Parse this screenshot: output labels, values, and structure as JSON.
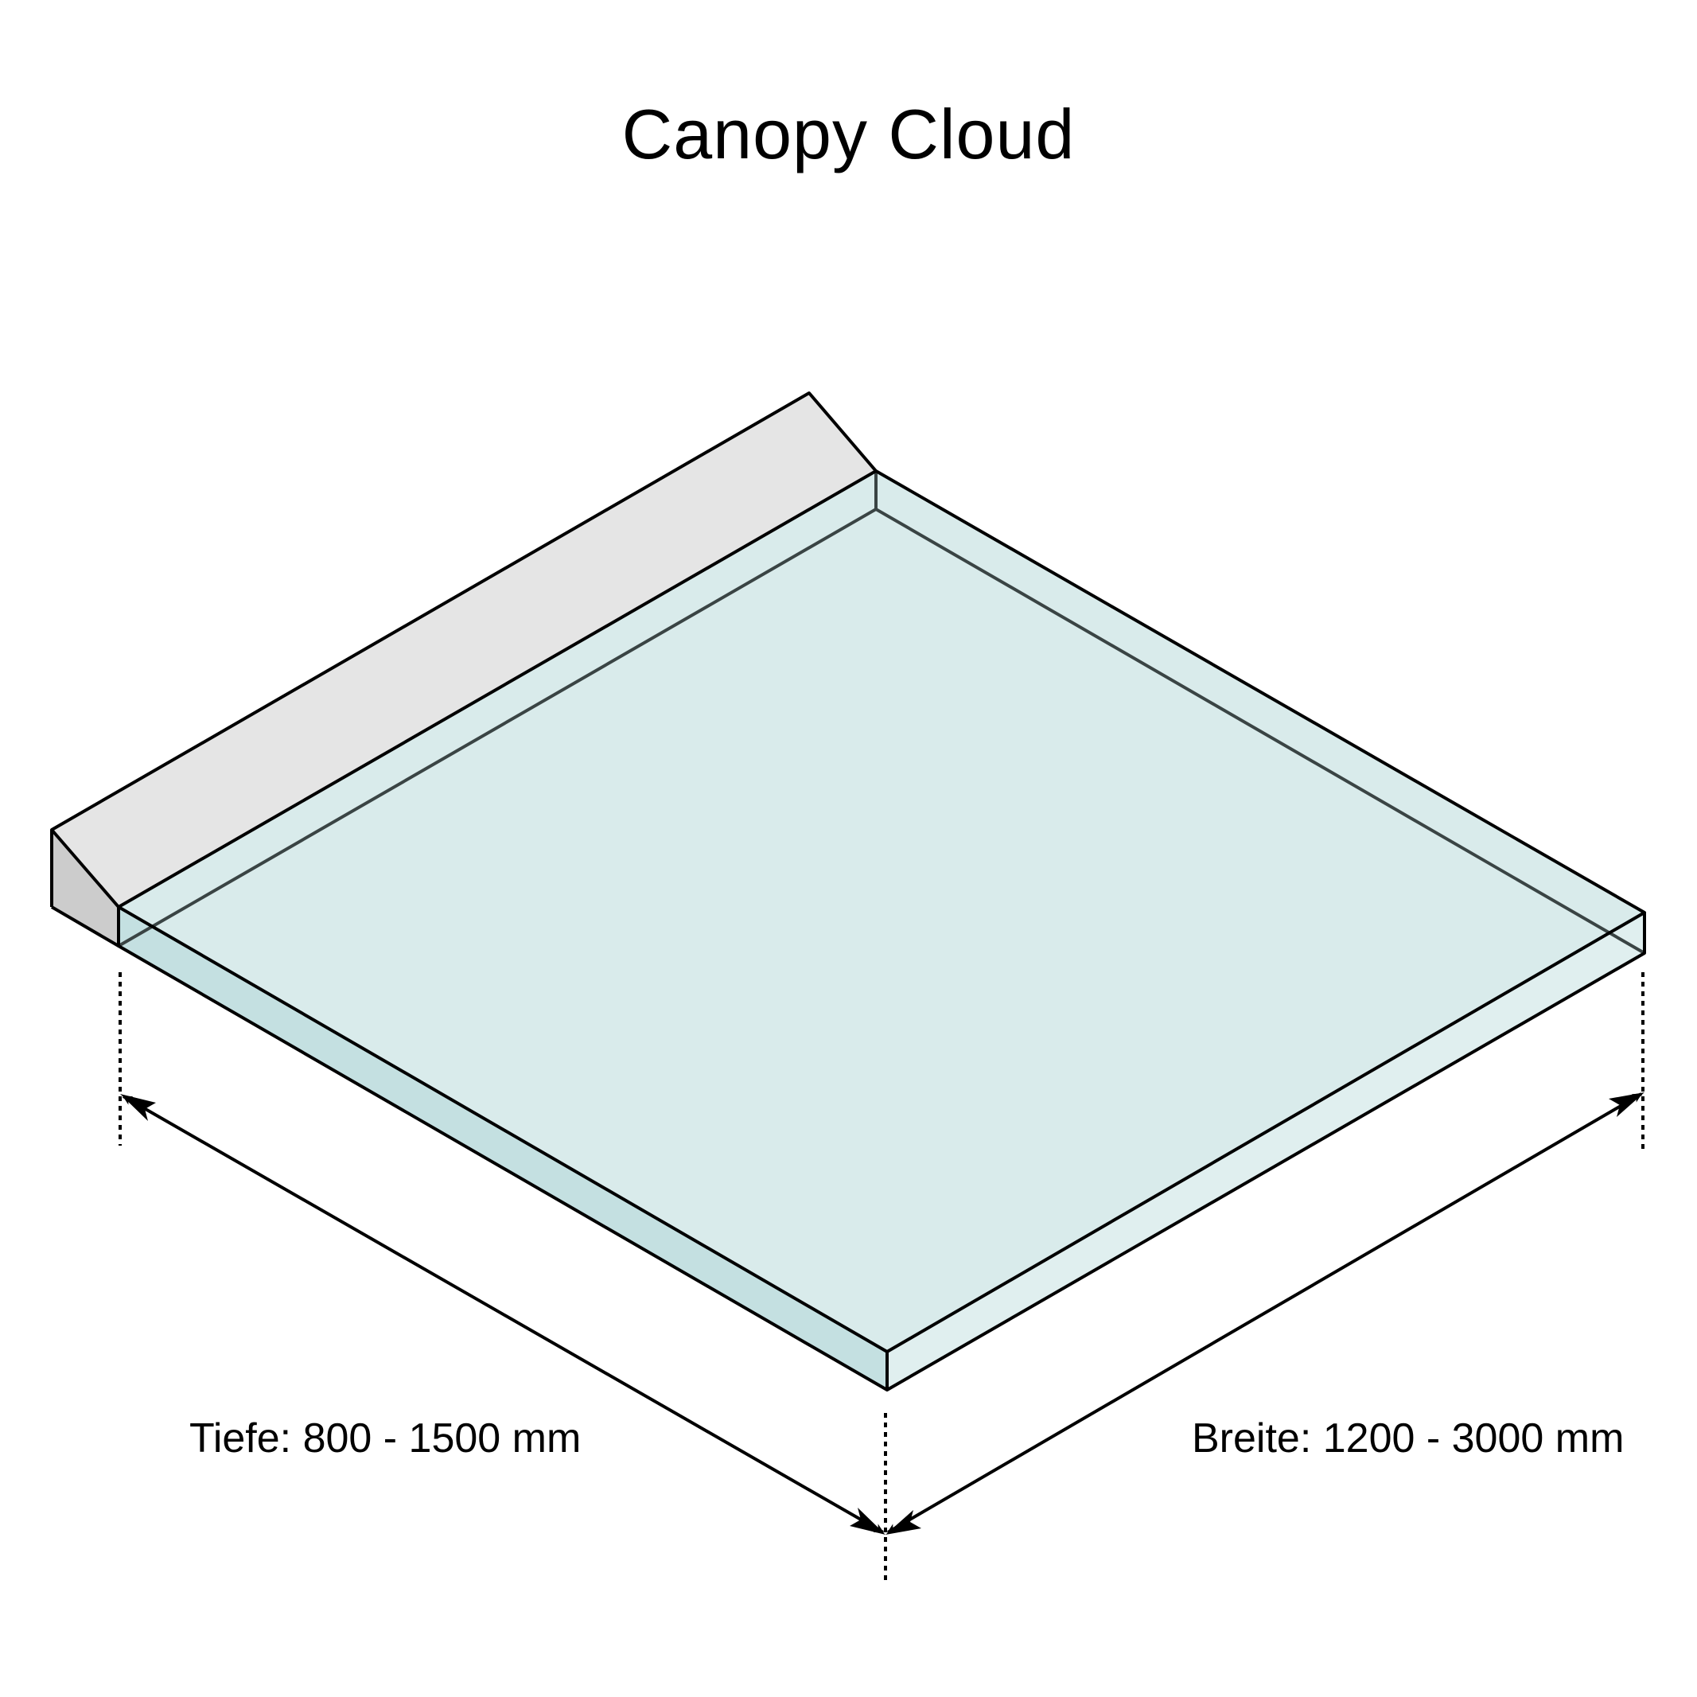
{
  "title": "Canopy Cloud",
  "dimensions": {
    "depth_label": "Tiefe: 800 - 1500 mm",
    "width_label": "Breite: 1200 - 3000 mm"
  },
  "colors": {
    "glass_top": "#d9ebeb",
    "glass_front_left": "#c4e0e1",
    "glass_front_right": "#e0efef",
    "wall_top": "#e5e5e5",
    "wall_side": "#cccccc",
    "wall_inner": "#c6cfd0",
    "stroke": "#000000",
    "inner_edge": "#3a4444"
  }
}
